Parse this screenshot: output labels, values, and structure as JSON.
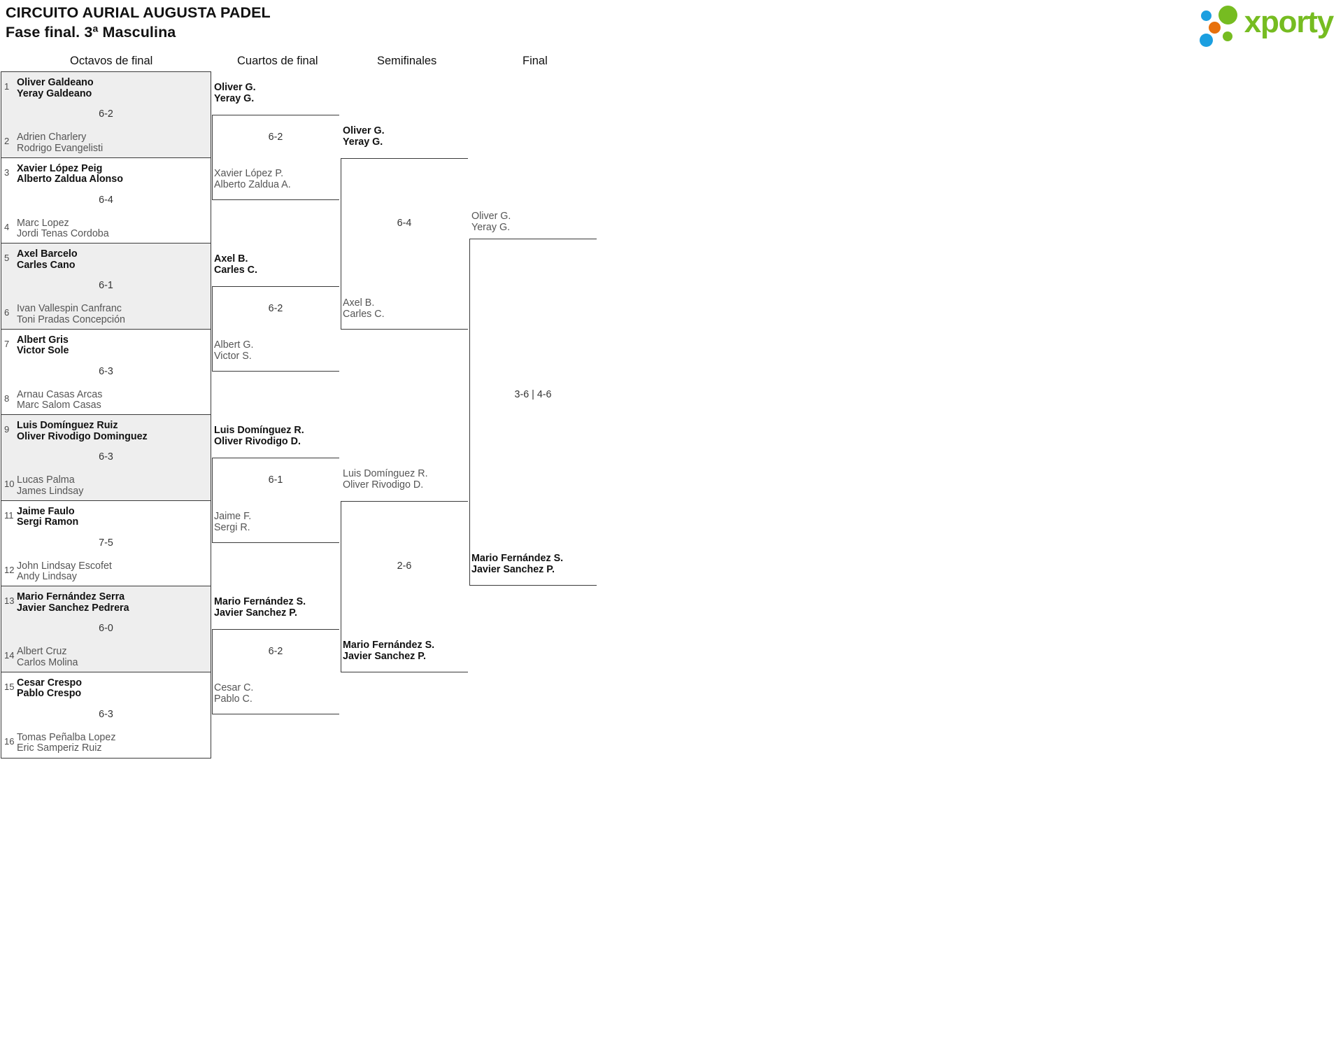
{
  "header": {
    "title": "CIRCUITO AURIAL AUGUSTA PADEL",
    "subtitle": "Fase final. 3ª Masculina",
    "logo_text": "xporty",
    "brand_colors": {
      "green": "#76bc21",
      "blue": "#1b9fe0",
      "orange": "#e8700c"
    }
  },
  "rounds": [
    {
      "label": "Octavos de final"
    },
    {
      "label": "Cuartos de final"
    },
    {
      "label": "Semifinales"
    },
    {
      "label": "Final"
    }
  ],
  "round1": [
    {
      "seed_top": "1",
      "seed_bot": "2",
      "top": [
        "Oliver Galdeano",
        "Yeray Galdeano"
      ],
      "bot": [
        "Adrien Charlery",
        "Rodrigo Evangelisti"
      ],
      "score": "6-2",
      "winner": "top",
      "shade": true
    },
    {
      "seed_top": "3",
      "seed_bot": "4",
      "top": [
        "Xavier López Peig",
        "Alberto Zaldua Alonso"
      ],
      "bot": [
        "Marc Lopez",
        "Jordi Tenas Cordoba"
      ],
      "score": "6-4",
      "winner": "top",
      "shade": false
    },
    {
      "seed_top": "5",
      "seed_bot": "6",
      "top": [
        "Axel Barcelo",
        "Carles Cano"
      ],
      "bot": [
        "Ivan Vallespin Canfranc",
        "Toni Pradas Concepción"
      ],
      "score": "6-1",
      "winner": "top",
      "shade": true
    },
    {
      "seed_top": "7",
      "seed_bot": "8",
      "top": [
        "Albert Gris",
        "Victor Sole"
      ],
      "bot": [
        "Arnau Casas Arcas",
        "Marc Salom Casas"
      ],
      "score": "6-3",
      "winner": "top",
      "shade": false
    },
    {
      "seed_top": "9",
      "seed_bot": "10",
      "top": [
        "Luis Domínguez Ruiz",
        "Oliver Rivodigo Dominguez"
      ],
      "bot": [
        "Lucas Palma",
        "James Lindsay"
      ],
      "score": "6-3",
      "winner": "top",
      "shade": true
    },
    {
      "seed_top": "11",
      "seed_bot": "12",
      "top": [
        "Jaime Faulo",
        "Sergi Ramon"
      ],
      "bot": [
        "John Lindsay Escofet",
        "Andy Lindsay"
      ],
      "score": "7-5",
      "winner": "top",
      "shade": false
    },
    {
      "seed_top": "13",
      "seed_bot": "14",
      "top": [
        "Mario Fernández Serra",
        "Javier Sanchez Pedrera"
      ],
      "bot": [
        "Albert Cruz",
        "Carlos Molina"
      ],
      "score": "6-0",
      "winner": "top",
      "shade": true
    },
    {
      "seed_top": "15",
      "seed_bot": "16",
      "top": [
        "Cesar Crespo",
        "Pablo Crespo"
      ],
      "bot": [
        "Tomas Peñalba Lopez",
        "Eric Samperiz Ruiz"
      ],
      "score": "6-3",
      "winner": "top",
      "shade": false
    }
  ],
  "round2": [
    {
      "top": [
        "Oliver G.",
        "Yeray G."
      ],
      "bot": [
        "Xavier López P.",
        "Alberto Zaldua A."
      ],
      "score": "6-2",
      "winner": "top"
    },
    {
      "top": [
        "Axel B.",
        "Carles C."
      ],
      "bot": [
        "Albert G.",
        "Victor S."
      ],
      "score": "6-2",
      "winner": "top"
    },
    {
      "top": [
        "Luis Domínguez R.",
        "Oliver Rivodigo D."
      ],
      "bot": [
        "Jaime F.",
        "Sergi R."
      ],
      "score": "6-1",
      "winner": "top"
    },
    {
      "top": [
        "Mario Fernández S.",
        "Javier Sanchez P."
      ],
      "bot": [
        "Cesar C.",
        "Pablo C."
      ],
      "score": "6-2",
      "winner": "top"
    }
  ],
  "round3": [
    {
      "top": [
        "Oliver G.",
        "Yeray G."
      ],
      "bot": [
        "Axel B.",
        "Carles C."
      ],
      "score": "6-4",
      "winner": "top"
    },
    {
      "top": [
        "Luis Domínguez R.",
        "Oliver Rivodigo D."
      ],
      "bot": [
        "Mario Fernández S.",
        "Javier Sanchez P."
      ],
      "score": "2-6",
      "winner": "bot"
    }
  ],
  "round4": [
    {
      "top": [
        "Oliver G.",
        "Yeray G."
      ],
      "bot": [
        "Mario Fernández S.",
        "Javier Sanchez P."
      ],
      "score": "3-6 | 4-6",
      "winner": "bot"
    }
  ]
}
